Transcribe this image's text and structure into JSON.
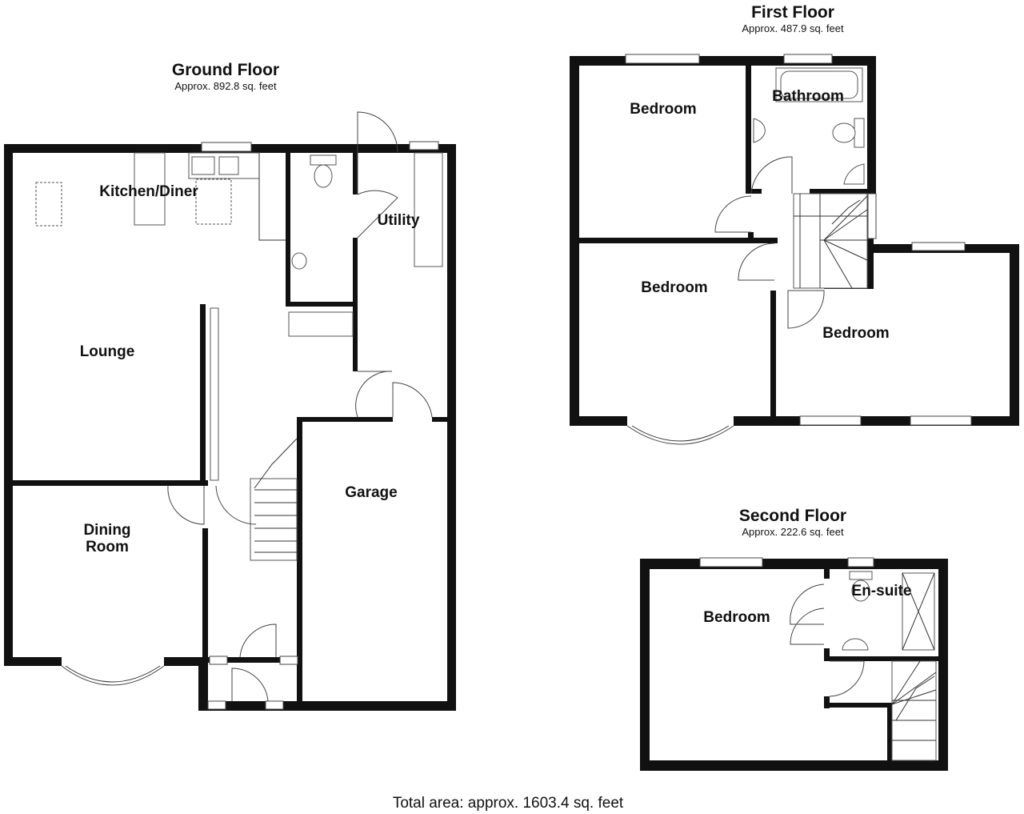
{
  "ground_floor": {
    "title": "Ground Floor",
    "area": "Approx. 892.8 sq. feet",
    "rooms": {
      "kitchen_diner": "Kitchen/Diner",
      "utility": "Utility",
      "lounge": "Lounge",
      "dining_room_line1": "Dining",
      "dining_room_line2": "Room",
      "garage": "Garage"
    }
  },
  "first_floor": {
    "title": "First Floor",
    "area": "Approx. 487.9 sq. feet",
    "rooms": {
      "bedroom_1": "Bedroom",
      "bathroom": "Bathroom",
      "bedroom_2": "Bedroom",
      "bedroom_3": "Bedroom"
    }
  },
  "second_floor": {
    "title": "Second Floor",
    "area": "Approx. 222.6 sq. feet",
    "rooms": {
      "bedroom": "Bedroom",
      "en_suite": "En-suite"
    }
  },
  "total_area": "Total area: approx. 1603.4 sq. feet"
}
